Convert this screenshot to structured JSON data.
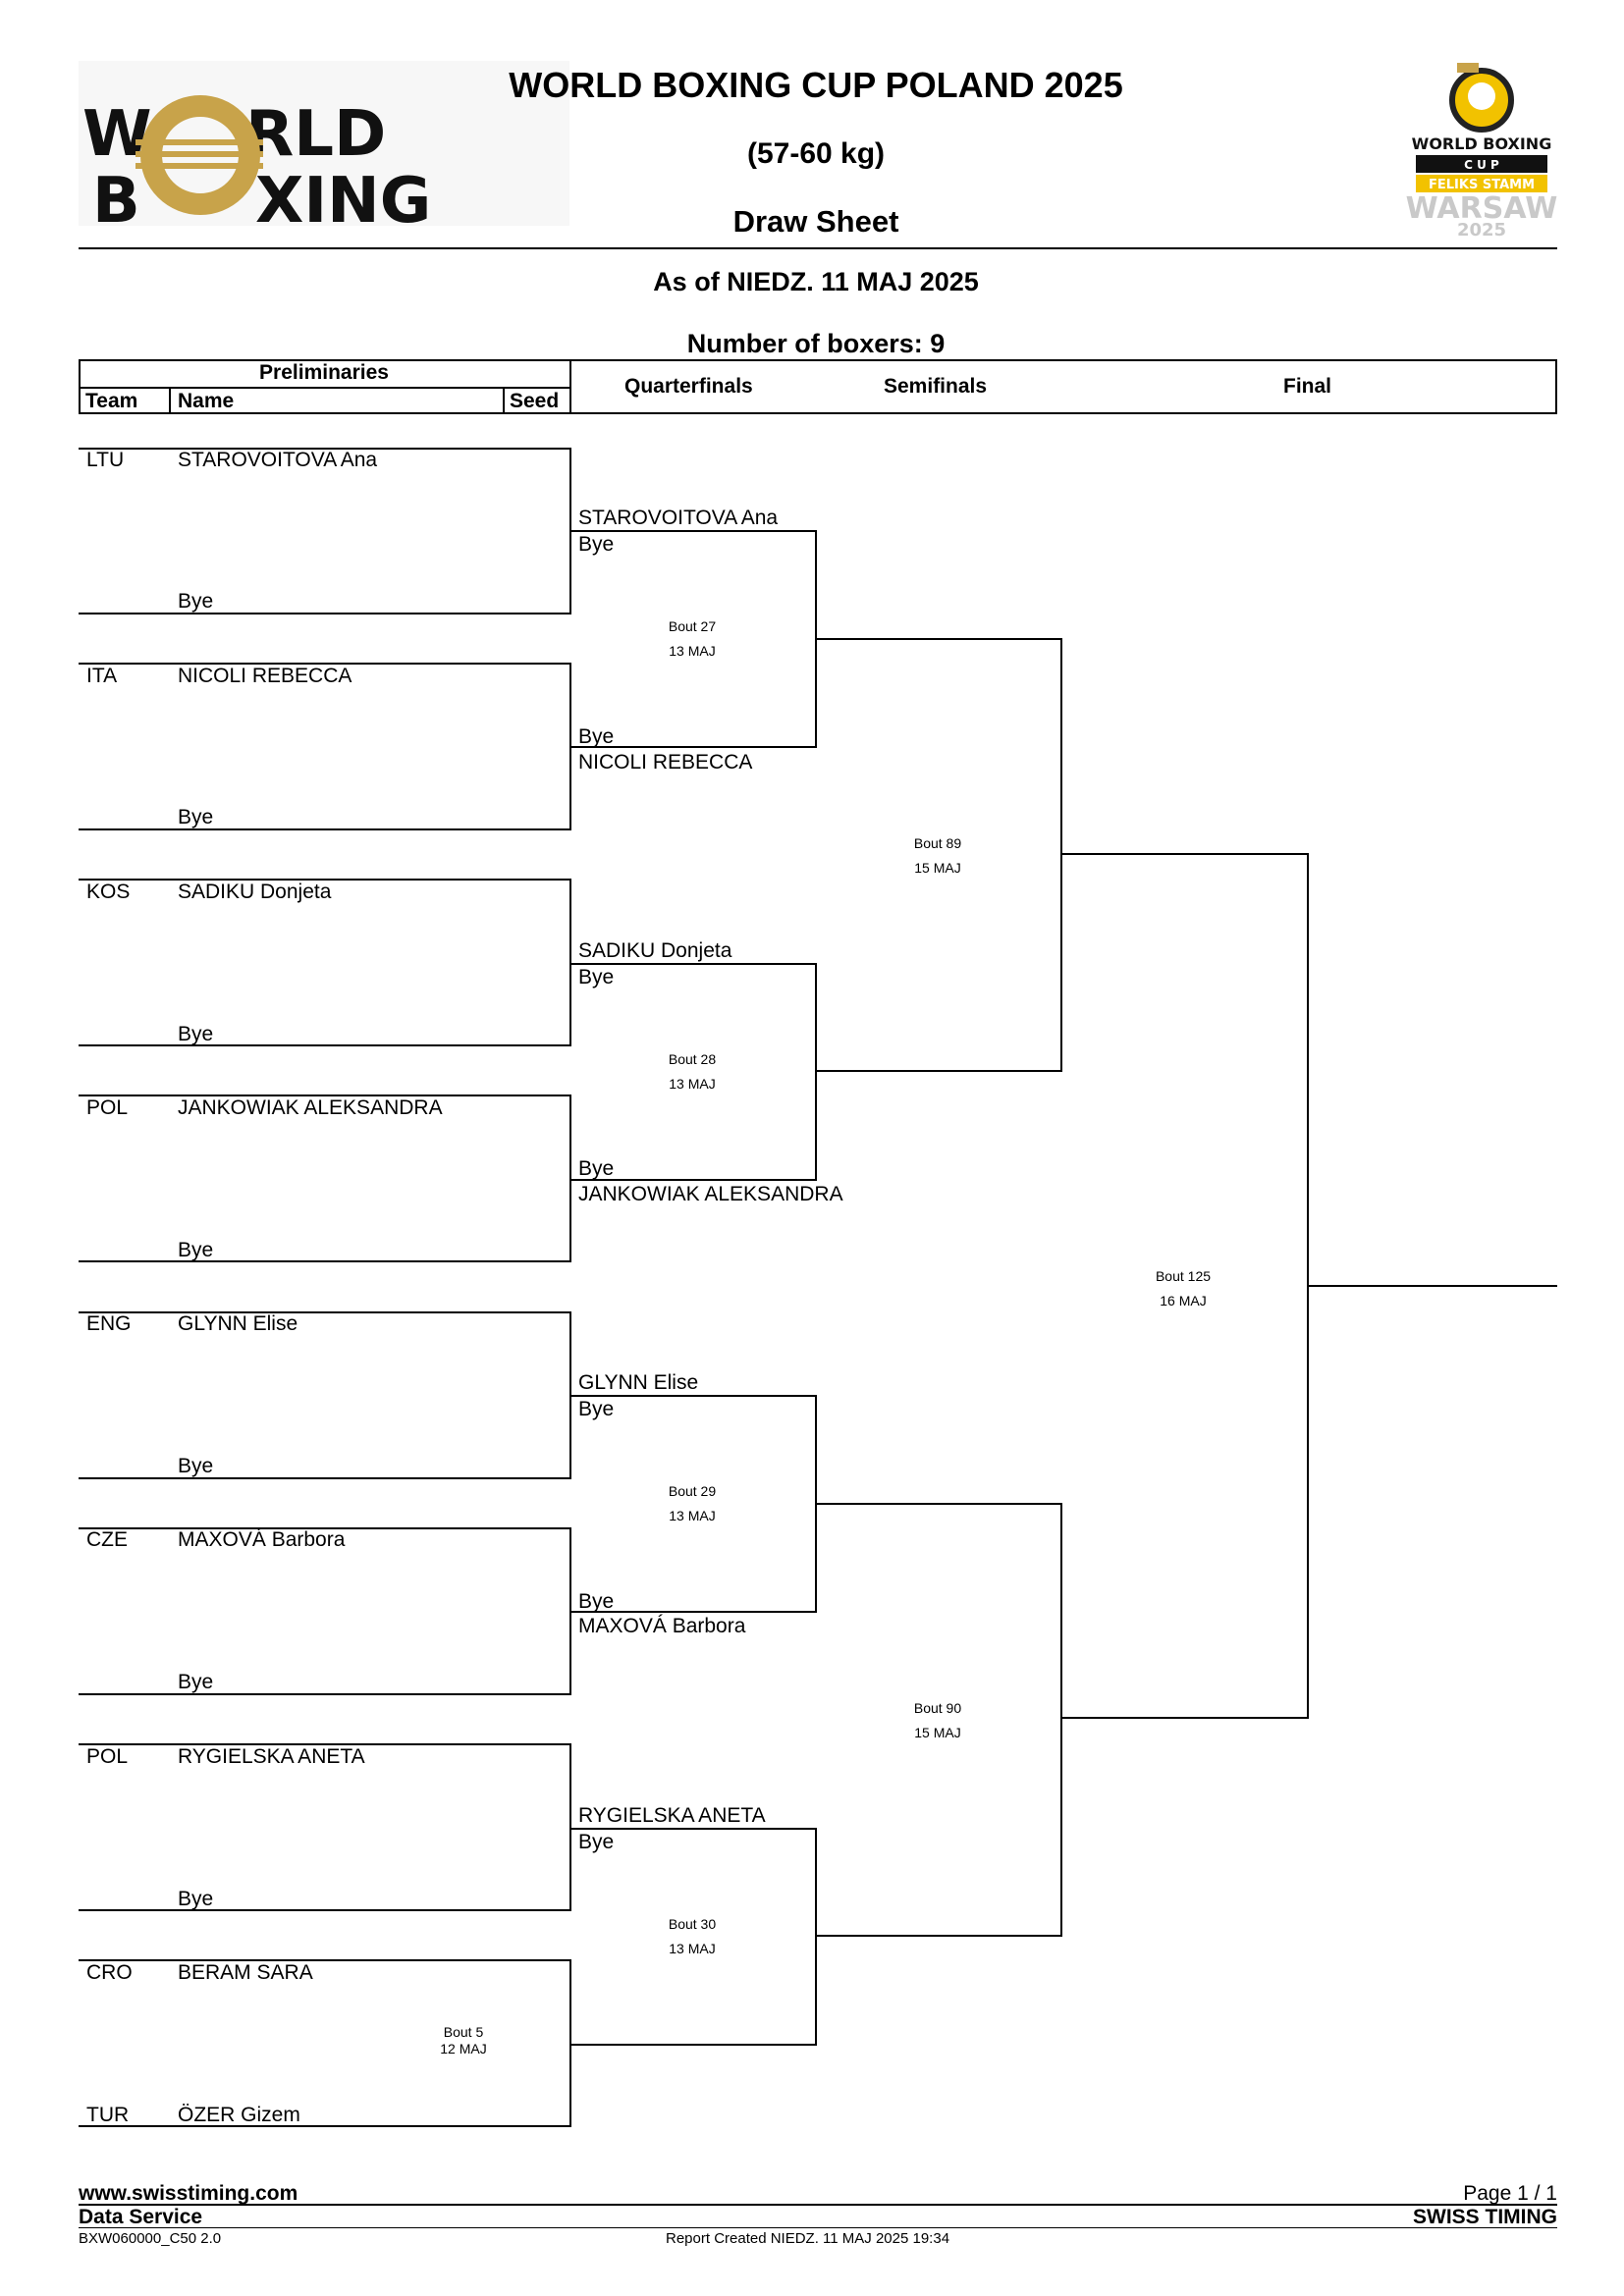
{
  "header": {
    "title": "WORLD BOXING CUP POLAND 2025",
    "weight_class": "(57-60 kg)",
    "sheet_type": "Draw Sheet",
    "as_of": "As of NIEDZ. 11 MAJ 2025",
    "boxers_count": "Number of boxers: 9"
  },
  "logos": {
    "left": {
      "line1_a": "W",
      "line1_b": "RLD",
      "line2_a": "B",
      "line2_b": "XING"
    },
    "right": {
      "line1": "WORLD BOXING",
      "line2": "C U P",
      "line3": "FELIKS STAMM",
      "line4": "WARSAW",
      "line5": "2025"
    }
  },
  "columns": {
    "preliminaries": "Preliminaries",
    "team": "Team",
    "name": "Name",
    "seed": "Seed",
    "quarterfinals": "Quarterfinals",
    "semifinals": "Semifinals",
    "final": "Final"
  },
  "preliminaries": [
    {
      "team": "LTU",
      "name": "STAROVOITOVA Ana",
      "opponent": "Bye"
    },
    {
      "team": "ITA",
      "name": "NICOLI REBECCA",
      "opponent": "Bye"
    },
    {
      "team": "KOS",
      "name": "SADIKU Donjeta",
      "opponent": "Bye"
    },
    {
      "team": "POL",
      "name": "JANKOWIAK ALEKSANDRA",
      "opponent": "Bye"
    },
    {
      "team": "ENG",
      "name": "GLYNN Elise",
      "opponent": "Bye"
    },
    {
      "team": "CZE",
      "name": "MAXOVÁ Barbora",
      "opponent": "Bye"
    },
    {
      "team": "POL",
      "name": "RYGIELSKA ANETA",
      "opponent": "Bye"
    },
    {
      "team": "CRO",
      "name": "BERAM SARA",
      "opponent_team": "TUR",
      "opponent": "ÖZER Gizem",
      "bout": "Bout 5",
      "date": "12 MAJ"
    }
  ],
  "quarterfinals": [
    {
      "top": "STAROVOITOVA Ana",
      "top_sub": "Bye",
      "bottom_sub": "Bye",
      "bottom": "NICOLI REBECCA",
      "bout": "Bout 27",
      "date": "13 MAJ"
    },
    {
      "top": "SADIKU Donjeta",
      "top_sub": "Bye",
      "bottom_sub": "Bye",
      "bottom": "JANKOWIAK ALEKSANDRA",
      "bout": "Bout 28",
      "date": "13 MAJ"
    },
    {
      "top": "GLYNN Elise",
      "top_sub": "Bye",
      "bottom_sub": "Bye",
      "bottom": "MAXOVÁ Barbora",
      "bout": "Bout 29",
      "date": "13 MAJ"
    },
    {
      "top": "RYGIELSKA ANETA",
      "top_sub": "Bye",
      "bout": "Bout 30",
      "date": "13 MAJ"
    }
  ],
  "semifinals": [
    {
      "bout": "Bout 89",
      "date": "15 MAJ"
    },
    {
      "bout": "Bout 90",
      "date": "15 MAJ"
    }
  ],
  "final": {
    "bout": "Bout 125",
    "date": "16 MAJ"
  },
  "footer": {
    "website": "www.swisstiming.com",
    "page": "Page 1 / 1",
    "service": "Data Service",
    "brand": "SWISS TIMING",
    "code": "BXW060000_C50 2.0",
    "report": "Report Created  NIEDZ. 11 MAJ 2025 19:34"
  }
}
